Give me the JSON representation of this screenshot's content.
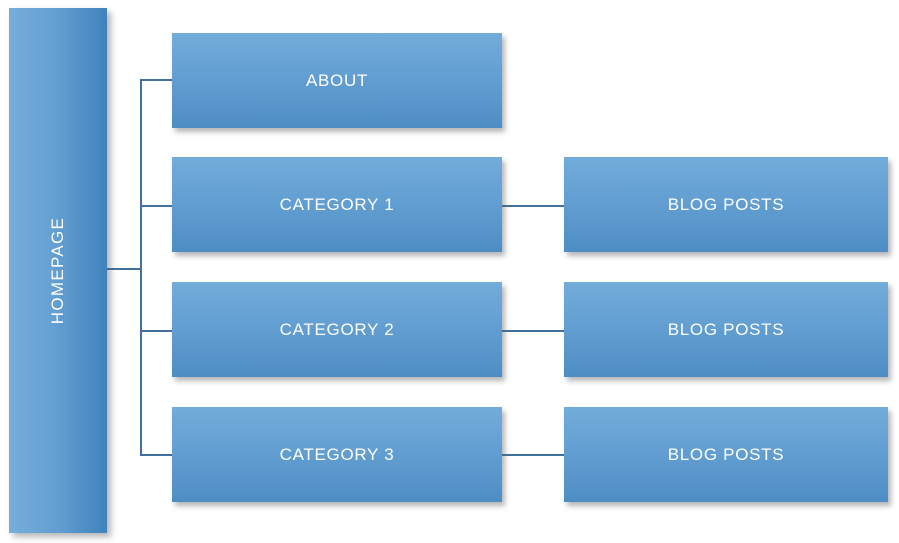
{
  "diagram": {
    "type": "sitemap-tree",
    "background_color": "#FFFFFF",
    "node_fill_top": "#72ACDA",
    "node_fill_bottom": "#4E8DC4",
    "connector_color": "#41719C",
    "node_text_color": "#FFFFFF"
  },
  "root": {
    "label": "HOMEPAGE",
    "orientation": "vertical"
  },
  "level2": [
    {
      "label": "ABOUT"
    },
    {
      "label": "CATEGORY 1"
    },
    {
      "label": "CATEGORY 2"
    },
    {
      "label": "CATEGORY 3"
    }
  ],
  "level3": [
    {
      "label": "BLOG POSTS"
    },
    {
      "label": "BLOG POSTS"
    },
    {
      "label": "BLOG POSTS"
    }
  ]
}
